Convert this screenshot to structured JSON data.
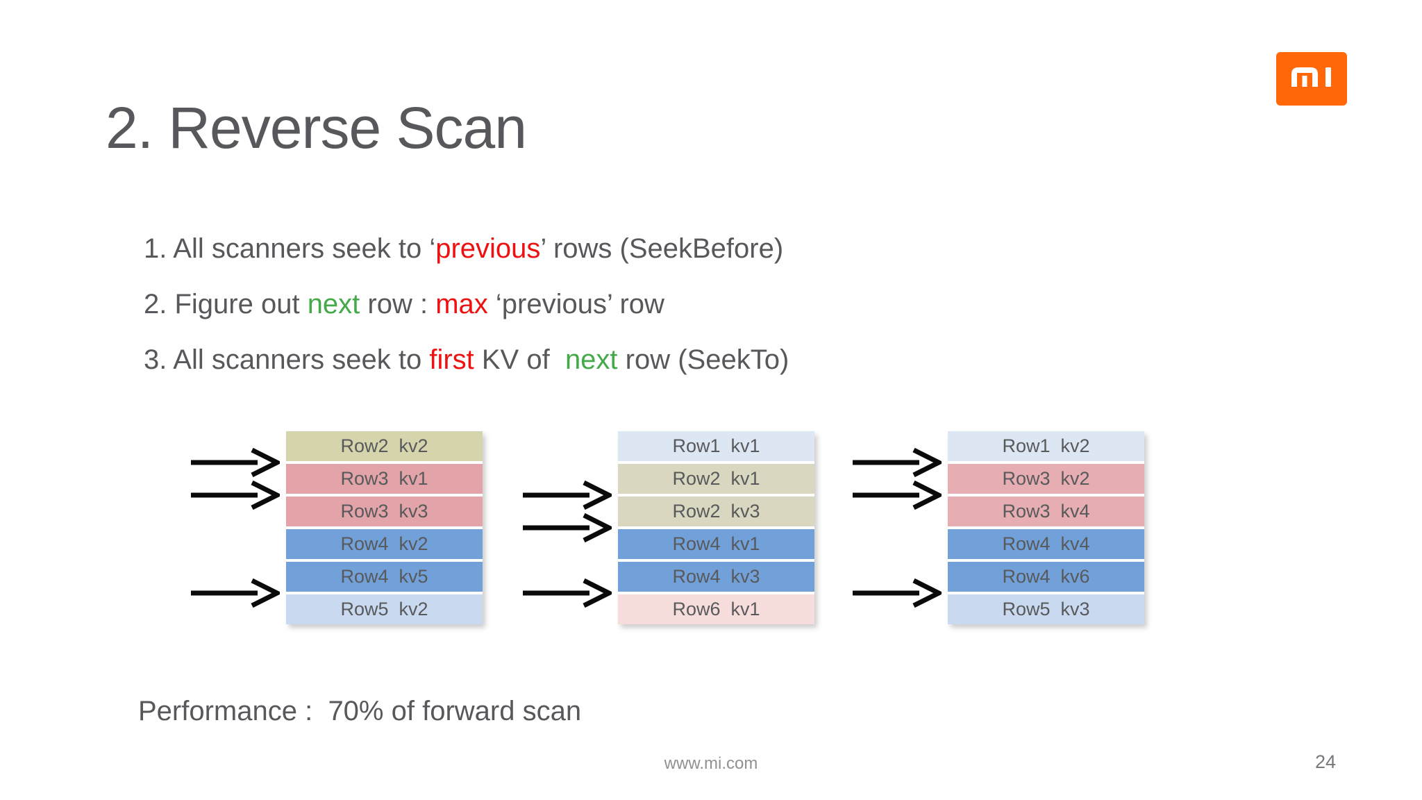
{
  "slide": {
    "title": "2. Reverse Scan",
    "footer_url": "www.mi.com",
    "page_number": "24"
  },
  "logo": {
    "label": "mi",
    "bg_color": "#ff6709"
  },
  "colors": {
    "body": "#57585b",
    "red": "#ee1111",
    "green": "#44a948"
  },
  "bullets": [
    {
      "segments": [
        {
          "text": "1. All scanners seek to ‘",
          "color": "body"
        },
        {
          "text": "previous",
          "color": "red"
        },
        {
          "text": "’ rows (SeekBefore)",
          "color": "body"
        }
      ]
    },
    {
      "segments": [
        {
          "text": "2. Figure out ",
          "color": "body"
        },
        {
          "text": "next",
          "color": "green"
        },
        {
          "text": " row : ",
          "color": "body"
        },
        {
          "text": "max",
          "color": "red"
        },
        {
          "text": " ‘previous’ row",
          "color": "body"
        }
      ]
    },
    {
      "segments": [
        {
          "text": "3. All scanners seek to ",
          "color": "body"
        },
        {
          "text": "first",
          "color": "red"
        },
        {
          "text": " KV of  ",
          "color": "body"
        },
        {
          "text": "next",
          "color": "green"
        },
        {
          "text": " row (SeekTo)",
          "color": "body"
        }
      ]
    }
  ],
  "tables": [
    {
      "arrow_gaps": [
        1,
        2,
        5
      ],
      "rows": [
        {
          "row": "Row2",
          "kv": "kv2",
          "bg": "#d6d4ad"
        },
        {
          "row": "Row3",
          "kv": "kv1",
          "bg": "#e2a3a9"
        },
        {
          "row": "Row3",
          "kv": "kv3",
          "bg": "#e2a3a9"
        },
        {
          "row": "Row4",
          "kv": "kv2",
          "bg": "#72a1da"
        },
        {
          "row": "Row4",
          "kv": "kv5",
          "bg": "#72a1da"
        },
        {
          "row": "Row5",
          "kv": "kv2",
          "bg": "#c8d9f0"
        }
      ]
    },
    {
      "arrow_gaps": [
        2,
        3,
        5
      ],
      "rows": [
        {
          "row": "Row1",
          "kv": "kv1",
          "bg": "#dde7f4"
        },
        {
          "row": "Row2",
          "kv": "kv1",
          "bg": "#d9d7bf"
        },
        {
          "row": "Row2",
          "kv": "kv3",
          "bg": "#d9d7bf"
        },
        {
          "row": "Row4",
          "kv": "kv1",
          "bg": "#72a1da"
        },
        {
          "row": "Row4",
          "kv": "kv3",
          "bg": "#72a1da"
        },
        {
          "row": "Row6",
          "kv": "kv1",
          "bg": "#f6dddc"
        }
      ]
    },
    {
      "arrow_gaps": [
        1,
        2,
        5
      ],
      "rows": [
        {
          "row": "Row1",
          "kv": "kv2",
          "bg": "#dde7f4"
        },
        {
          "row": "Row3",
          "kv": "kv2",
          "bg": "#e6aeb2"
        },
        {
          "row": "Row3",
          "kv": "kv4",
          "bg": "#e6aeb2"
        },
        {
          "row": "Row4",
          "kv": "kv4",
          "bg": "#72a1da"
        },
        {
          "row": "Row4",
          "kv": "kv6",
          "bg": "#72a1da"
        },
        {
          "row": "Row5",
          "kv": "kv3",
          "bg": "#c8d9f0"
        }
      ]
    }
  ],
  "performance": "Performance :  70% of forward scan"
}
